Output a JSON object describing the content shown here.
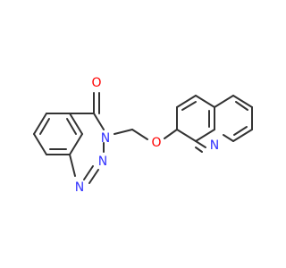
{
  "molecule": {
    "colors": {
      "bond": "#333333",
      "oxygen": "#ff0000",
      "nitrogen": "#3333ff",
      "background": "#ffffff"
    },
    "atoms": {
      "carbonyl_oxygen": {
        "label": "O",
        "element": "O"
      },
      "triazinone_n3": {
        "label": "N",
        "element": "N"
      },
      "triazinone_n2": {
        "label": "N",
        "element": "N"
      },
      "triazinone_n1": {
        "label": "N",
        "element": "N"
      },
      "ether_oxygen": {
        "label": "O",
        "element": "O"
      },
      "quinoline_nitrogen": {
        "label": "N",
        "element": "N"
      }
    }
  }
}
